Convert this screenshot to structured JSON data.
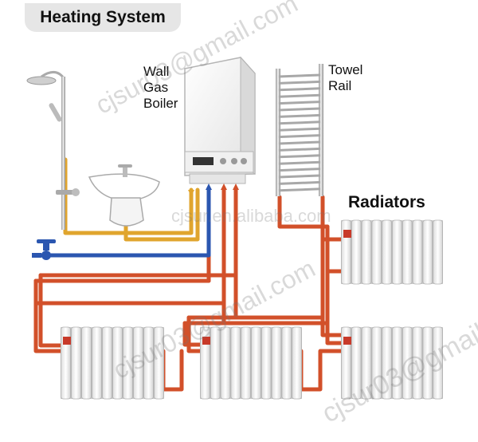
{
  "title": "Heating System",
  "labels": {
    "boiler": [
      "Wall",
      "Gas",
      "Boiler"
    ],
    "towel_rail": [
      "Towel",
      "Rail"
    ],
    "radiators": "Radiators"
  },
  "watermarks": {
    "email_top": "cjsur03@gmail.com",
    "site": "cjsur.en.alibaba.com",
    "email_middle": "cjsur03@gmail.com",
    "email_bottom": "cjsur03@gmail.com"
  },
  "colors": {
    "hot_pipe": "#d2502a",
    "cold_pipe": "#2b56b0",
    "gas_pipe": "#e0a52e",
    "title_bg": "#e6e6e6"
  }
}
